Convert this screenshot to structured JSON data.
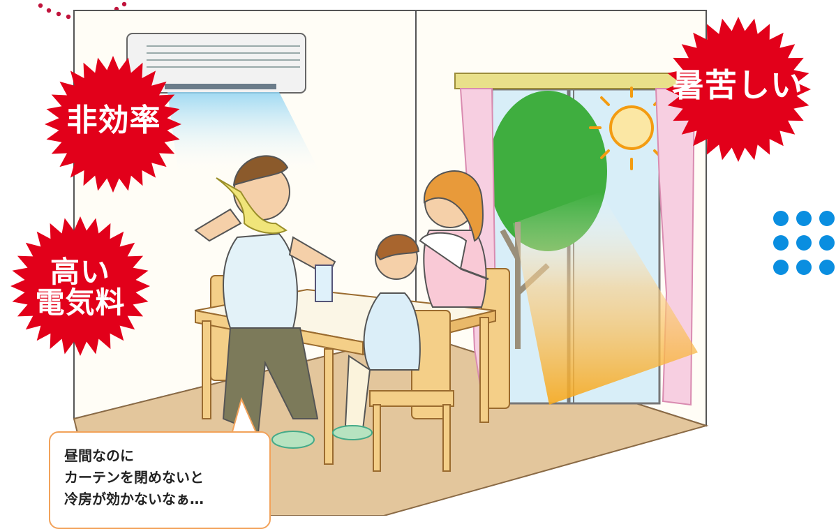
{
  "badges": {
    "inefficient": "非効率",
    "hot": "暑苦しい",
    "cost_line1": "高い",
    "cost_line2": "電気料"
  },
  "speech": {
    "line1": "昼間なのに",
    "line2": "カーテンを閉めないと",
    "line3": "冷房が効かないなぁ…"
  },
  "icons": [
    "air-conditioner-icon",
    "sun-icon",
    "hand-fan-icon",
    "towel-icon",
    "drinking-glass-icon"
  ],
  "colors": {
    "burst_red": "#e2001a",
    "accent_blue": "#0a8ee0",
    "sunlight_orange": "#f7a81b",
    "floor": "#e3c69c",
    "wall": "#fffdf6",
    "curtain_pink": "#f7cfe1",
    "bubble_border": "#f2a25a"
  }
}
